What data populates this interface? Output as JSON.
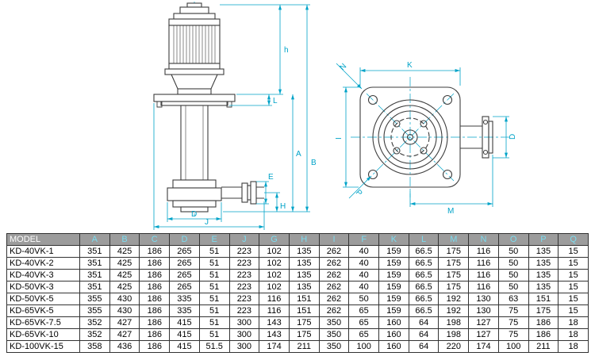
{
  "colors": {
    "dimension_line": "#00a3c8",
    "drawing_line": "#3d3d3d",
    "table_header_bg": "#9c9c9c",
    "table_header_model_text": "#ffffff",
    "table_header_letter_text": "#7adcf0",
    "table_border": "#333333"
  },
  "drawings": {
    "side_view": {
      "labels": {
        "h": "h",
        "L": "L",
        "A": "A",
        "B": "B",
        "E": "E",
        "H": "H",
        "D": "D",
        "J": "J"
      }
    },
    "top_view": {
      "labels": {
        "N": "N",
        "K": "K",
        "I": "I",
        "D": "D",
        "M": "M",
        "P": "P"
      }
    }
  },
  "table": {
    "headers": [
      "MODEL",
      "A",
      "B",
      "C",
      "D",
      "E",
      "J",
      "G",
      "H",
      "I",
      "F",
      "K",
      "L",
      "M",
      "N",
      "O",
      "P",
      "Q"
    ],
    "rows": [
      [
        "KD-40VK-1",
        "351",
        "425",
        "186",
        "265",
        "51",
        "223",
        "102",
        "135",
        "262",
        "40",
        "159",
        "66.5",
        "175",
        "116",
        "50",
        "135",
        "15"
      ],
      [
        "KD-40VK-2",
        "351",
        "425",
        "186",
        "265",
        "51",
        "223",
        "102",
        "135",
        "262",
        "40",
        "159",
        "66.5",
        "175",
        "116",
        "50",
        "135",
        "15"
      ],
      [
        "KD-40VK-3",
        "351",
        "425",
        "186",
        "265",
        "51",
        "223",
        "102",
        "135",
        "262",
        "40",
        "159",
        "66.5",
        "175",
        "116",
        "50",
        "135",
        "15"
      ],
      [
        "KD-50VK-3",
        "351",
        "425",
        "186",
        "265",
        "51",
        "223",
        "102",
        "135",
        "262",
        "40",
        "159",
        "66.5",
        "175",
        "116",
        "50",
        "135",
        "15"
      ],
      [
        "KD-50VK-5",
        "355",
        "430",
        "186",
        "335",
        "51",
        "223",
        "116",
        "151",
        "262",
        "50",
        "159",
        "66.5",
        "192",
        "130",
        "63",
        "151",
        "15"
      ],
      [
        "KD-65VK-5",
        "355",
        "430",
        "186",
        "335",
        "51",
        "223",
        "116",
        "151",
        "262",
        "65",
        "159",
        "66.5",
        "192",
        "130",
        "75",
        "175",
        "15"
      ],
      [
        "KD-65VK-7.5",
        "352",
        "427",
        "186",
        "415",
        "51",
        "300",
        "143",
        "175",
        "350",
        "65",
        "160",
        "64",
        "198",
        "127",
        "75",
        "186",
        "18"
      ],
      [
        "KD-65VK-10",
        "352",
        "427",
        "186",
        "415",
        "51",
        "300",
        "143",
        "175",
        "350",
        "65",
        "160",
        "64",
        "198",
        "127",
        "75",
        "186",
        "18"
      ],
      [
        "KD-100VK-15",
        "358",
        "436",
        "186",
        "415",
        "51.5",
        "300",
        "174",
        "211",
        "350",
        "100",
        "160",
        "64",
        "220",
        "174",
        "100",
        "211",
        "18"
      ]
    ]
  }
}
